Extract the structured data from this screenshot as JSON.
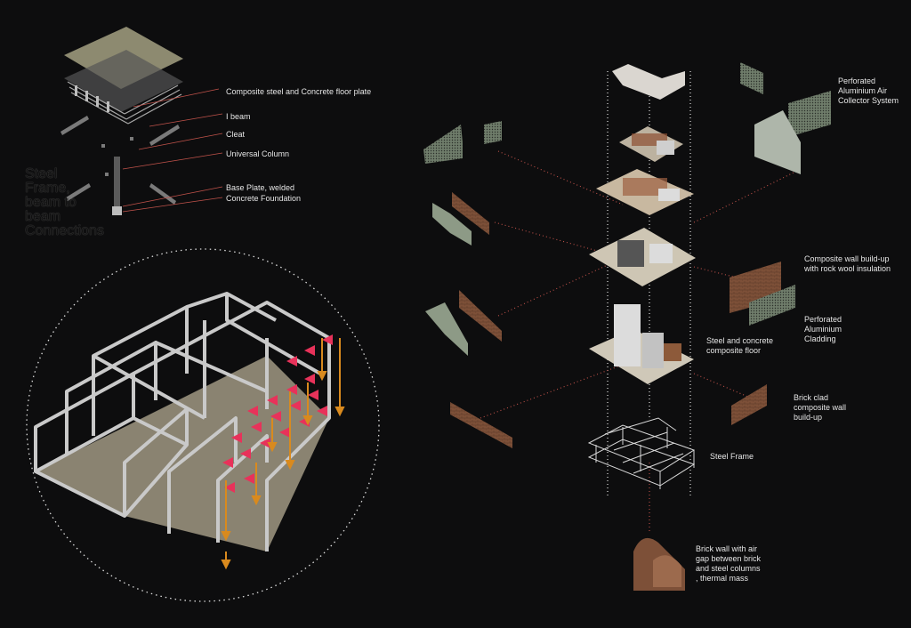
{
  "connection_detail": {
    "title": "Steel Frame, beam to beam Connections",
    "labels": [
      "Composite steel and Concrete floor plate",
      "I beam",
      "Cleat",
      "Universal Column",
      "Base Plate, welded",
      "Concrete Foundation"
    ]
  },
  "exploded_axonometric": {
    "labels": [
      "Perforated Aluminium Air Collector System",
      "Composite wall build-up with rock wool insulation",
      "Perforated Aluminium Cladding",
      "Steel and concrete composite floor",
      "Brick clad composite wall build-up",
      "Steel Frame",
      "Brick wall with air gap between brick and steel columns , thermal mass"
    ]
  },
  "colors": {
    "background": "#0d0d0e",
    "leader_line": "#c0524a",
    "dotted_line": "#e0e0e0",
    "load_arrow_lateral": "#e8325a",
    "load_arrow_vertical": "#d98a1e",
    "frame": "#c9c9c9",
    "slab": "#8a8371",
    "brick": "#8a5a42",
    "green_panel": "#8d9a86"
  }
}
